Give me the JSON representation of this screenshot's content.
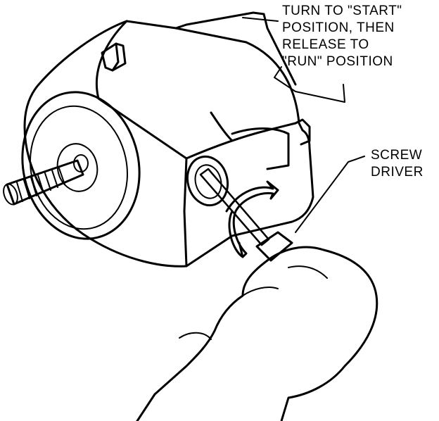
{
  "colors": {
    "ink": "#000000",
    "paper": "#ffffff"
  },
  "labels": {
    "ignition": {
      "line1": "TURN TO \"START\"",
      "line2": "POSITION, THEN",
      "line3": "RELEASE TO",
      "line4": "\"RUN\" POSITION"
    },
    "tool": {
      "line1": "SCREW",
      "line2": "DRIVER"
    }
  }
}
